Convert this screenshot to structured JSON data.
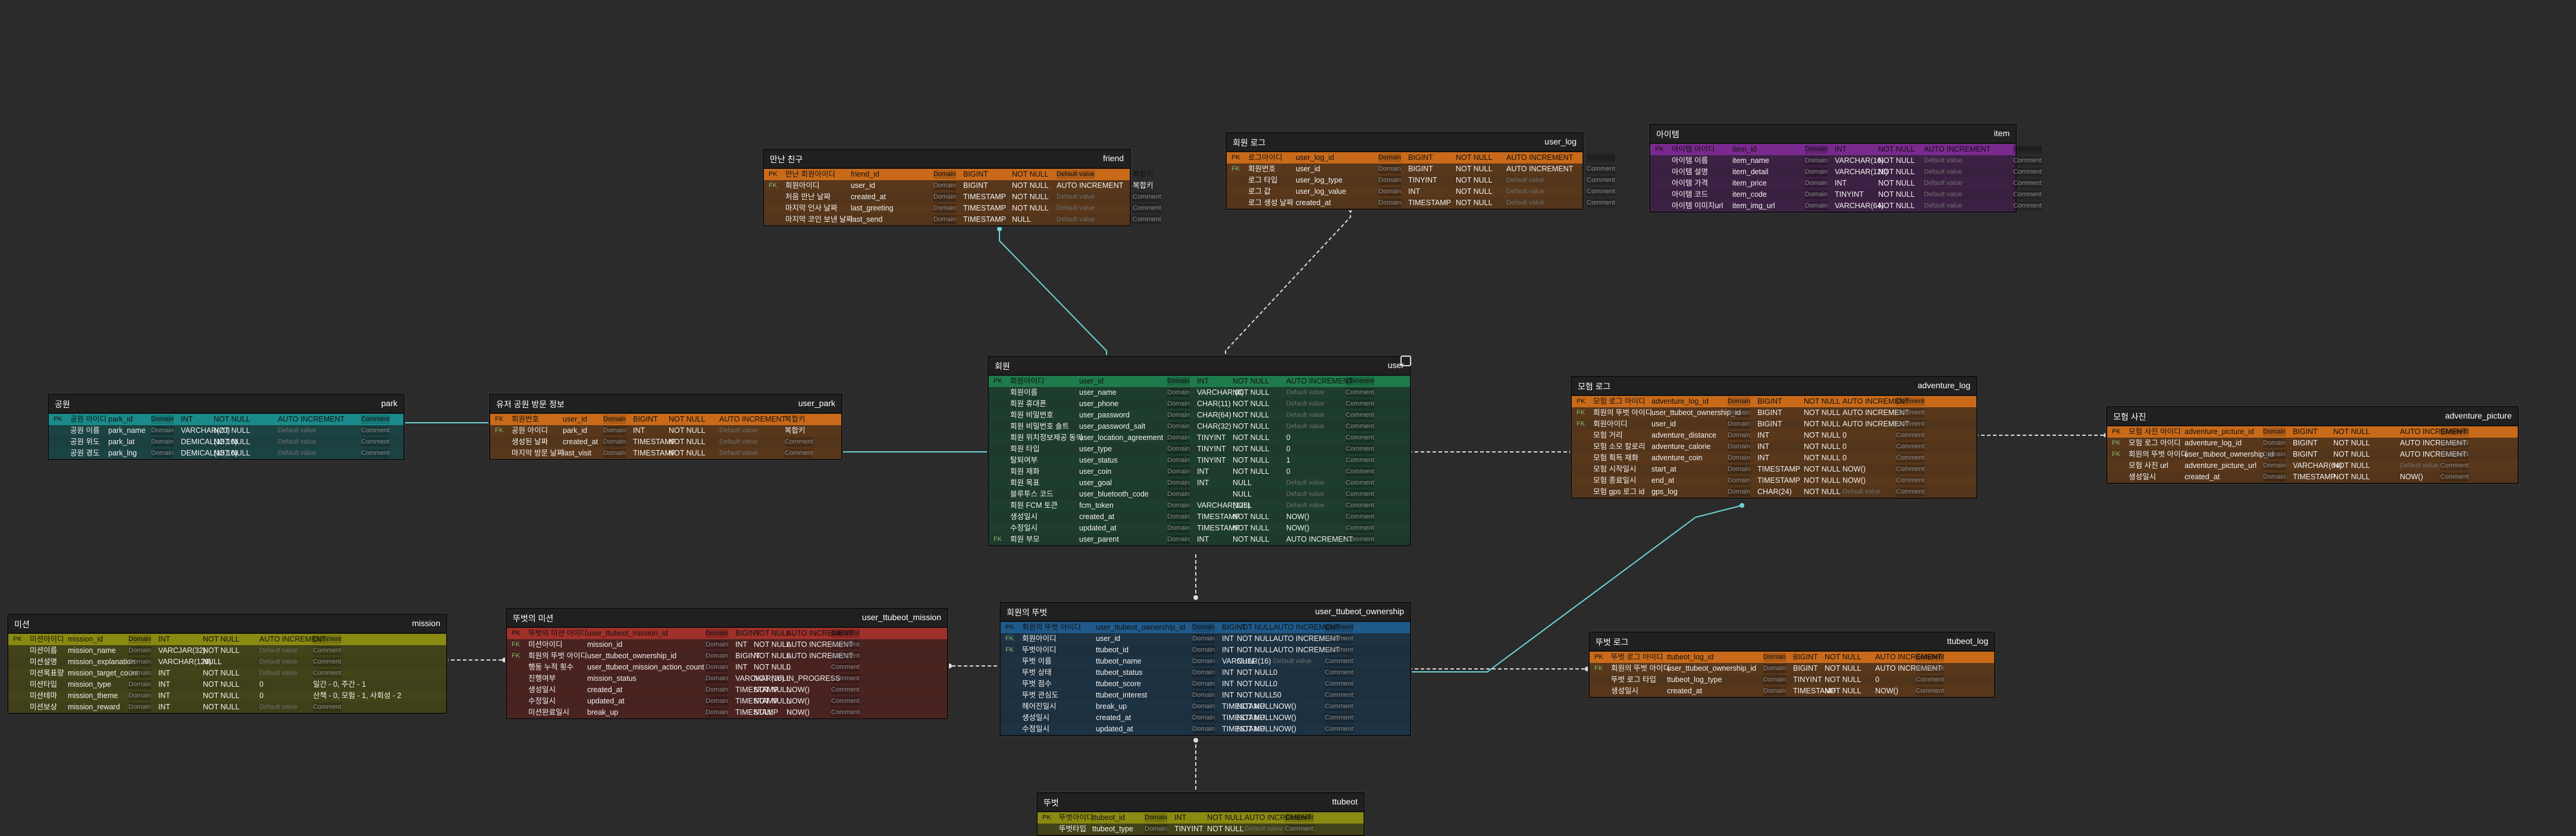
{
  "placeholders": {
    "domain": "Domain",
    "default": "Default value",
    "comment": "Comment"
  },
  "tables": {
    "friend": {
      "logical": "만난 친구",
      "physical": "friend",
      "color": "#c96a1a",
      "rows": [
        {
          "key": "PK",
          "ln": "만난 회원아이디",
          "pn": "friend_id",
          "type": "BIGINT",
          "nn": "NOT NULL",
          "ai": "",
          "cm": "복합키"
        },
        {
          "key": "FK",
          "ln": "회원아이디",
          "pn": "user_id",
          "type": "BIGINT",
          "nn": "NOT NULL",
          "ai": "AUTO INCREMENT",
          "cm": "복합키"
        },
        {
          "key": "",
          "ln": "처음 만난 날짜",
          "pn": "created_at",
          "type": "TIMESTAMP",
          "nn": "NOT NULL",
          "ai": "",
          "cm": ""
        },
        {
          "key": "",
          "ln": "마지막 인사 날짜",
          "pn": "last_greeting",
          "type": "TIMESTAMP",
          "nn": "NOT NULL",
          "ai": "",
          "cm": ""
        },
        {
          "key": "",
          "ln": "마지막 코인 보낸 날짜",
          "pn": "last_send",
          "type": "TIMESTAMP",
          "nn": "NULL",
          "ai": "",
          "cm": ""
        }
      ]
    },
    "user_log": {
      "logical": "회원 로그",
      "physical": "user_log",
      "color": "#c96a1a",
      "rows": [
        {
          "key": "PK",
          "ln": "로그아이디",
          "pn": "user_log_id",
          "type": "BIGINT",
          "nn": "NOT NULL",
          "ai": "AUTO INCREMENT",
          "cm": ""
        },
        {
          "key": "FK",
          "ln": "회원번호",
          "pn": "user_id",
          "type": "BIGINT",
          "nn": "NOT NULL",
          "ai": "AUTO INCREMENT",
          "cm": ""
        },
        {
          "key": "",
          "ln": "로그 타입",
          "pn": "user_log_type",
          "type": "TINYINT",
          "nn": "NOT NULL",
          "ai": "",
          "cm": ""
        },
        {
          "key": "",
          "ln": "로그 값",
          "pn": "user_log_value",
          "type": "INT",
          "nn": "NOT NULL",
          "ai": "",
          "cm": ""
        },
        {
          "key": "",
          "ln": "로그 생성 날짜",
          "pn": "created_at",
          "type": "TIMESTAMP",
          "nn": "NOT NULL",
          "ai": "",
          "cm": ""
        }
      ]
    },
    "item": {
      "logical": "아이템",
      "physical": "item",
      "color": "#7a2a8e",
      "rows": [
        {
          "key": "PK",
          "ln": "아이템 아이디",
          "pn": "item_id",
          "type": "INT",
          "nn": "NOT NULL",
          "ai": "AUTO INCREMENT",
          "cm": ""
        },
        {
          "key": "",
          "ln": "아이템 이름",
          "pn": "item_name",
          "type": "VARCHAR(16)",
          "nn": "NOT NULL",
          "ai": "",
          "cm": ""
        },
        {
          "key": "",
          "ln": "아이템 설명",
          "pn": "item_detail",
          "type": "VARCHAR(128)",
          "nn": "NOT NULL",
          "ai": "",
          "cm": ""
        },
        {
          "key": "",
          "ln": "아이템 가격",
          "pn": "item_price",
          "type": "INT",
          "nn": "NOT NULL",
          "ai": "",
          "cm": ""
        },
        {
          "key": "",
          "ln": "아이템 코드",
          "pn": "item_code",
          "type": "TINYINT",
          "nn": "NOT NULL",
          "ai": "",
          "cm": ""
        },
        {
          "key": "",
          "ln": "아이템 이미지url",
          "pn": "item_img_url",
          "type": "VARCHAR(64)",
          "nn": "NOT NULL",
          "ai": "",
          "cm": ""
        }
      ]
    },
    "user": {
      "logical": "회원",
      "physical": "user",
      "color": "#1f7a4c",
      "rows": [
        {
          "key": "PK",
          "ln": "회원아이디",
          "pn": "user_id",
          "type": "INT",
          "nn": "NOT NULL",
          "ai": "AUTO INCREMENT",
          "cm": ""
        },
        {
          "key": "",
          "ln": "회원이름",
          "pn": "user_name",
          "type": "VARCHAR (8)",
          "nn": "NOT NULL",
          "ai": "",
          "cm": ""
        },
        {
          "key": "",
          "ln": "회원 휴대폰",
          "pn": "user_phone",
          "type": "CHAR(11)",
          "nn": "NOT NULL",
          "ai": "",
          "cm": ""
        },
        {
          "key": "",
          "ln": "회원 비밀번호",
          "pn": "user_password",
          "type": "CHAR(64)",
          "nn": "NOT NULL",
          "ai": "",
          "cm": ""
        },
        {
          "key": "",
          "ln": "회원 비밀번호 솔트",
          "pn": "user_password_salt",
          "type": "CHAR(32)",
          "nn": "NOT NULL",
          "ai": "",
          "cm": ""
        },
        {
          "key": "",
          "ln": "회원 위치정보제공 동의",
          "pn": "user_location_agreement",
          "type": "TINYINT",
          "nn": "NOT NULL",
          "ai": "0",
          "cm": ""
        },
        {
          "key": "",
          "ln": "회원 타입",
          "pn": "user_type",
          "type": "TINYINT",
          "nn": "NOT NULL",
          "ai": "0",
          "cm": ""
        },
        {
          "key": "",
          "ln": "탈퇴여부",
          "pn": "user_status",
          "type": "TINYINT",
          "nn": "NOT NULL",
          "ai": "1",
          "cm": ""
        },
        {
          "key": "",
          "ln": "회원 재화",
          "pn": "user_coin",
          "type": "INT",
          "nn": "NOT NULL",
          "ai": "0",
          "cm": ""
        },
        {
          "key": "",
          "ln": "회원 목표",
          "pn": "user_goal",
          "type": "INT",
          "nn": "NULL",
          "ai": "",
          "cm": ""
        },
        {
          "key": "",
          "ln": "블루투스 코드",
          "pn": "user_bluetooth_code",
          "type": "",
          "nn": "NULL",
          "ai": "",
          "cm": ""
        },
        {
          "key": "",
          "ln": "회원 FCM 토큰",
          "pn": "fcm_token",
          "type": "VARCHAR(128)",
          "nn": "NULL",
          "ai": "",
          "cm": ""
        },
        {
          "key": "",
          "ln": "생성일시",
          "pn": "created_at",
          "type": "TIMESTAMP",
          "nn": "NOT NULL",
          "ai": "NOW()",
          "cm": ""
        },
        {
          "key": "",
          "ln": "수정일시",
          "pn": "updated_at",
          "type": "TIMESTAMP",
          "nn": "NOT NULL",
          "ai": "NOW()",
          "cm": ""
        },
        {
          "key": "FK",
          "ln": "회원 부모",
          "pn": "user_parent",
          "type": "INT",
          "nn": "NOT NULL",
          "ai": "AUTO INCREMENT",
          "cm": ""
        }
      ]
    },
    "park": {
      "logical": "공원",
      "physical": "park",
      "color": "#1b8a8a",
      "rows": [
        {
          "key": "PK",
          "ln": "공원 아이디",
          "pn": "park_id",
          "type": "INT",
          "nn": "NOT NULL",
          "ai": "AUTO INCREMENT",
          "cm": ""
        },
        {
          "key": "",
          "ln": "공원 이름",
          "pn": "park_name",
          "type": "VARCHAR(20)",
          "nn": "NOT NULL",
          "ai": "",
          "cm": ""
        },
        {
          "key": "",
          "ln": "공원 위도",
          "pn": "park_lat",
          "type": "DEMICAL(18,10)",
          "nn": "NOT NULL",
          "ai": "",
          "cm": ""
        },
        {
          "key": "",
          "ln": "공원 경도",
          "pn": "park_lng",
          "type": "DEMICAL(18,10)",
          "nn": "NOT NULL",
          "ai": "",
          "cm": ""
        }
      ]
    },
    "user_park": {
      "logical": "유저 공원 방문 정보",
      "physical": "user_park",
      "color": "#c96a1a",
      "rows": [
        {
          "key": "FK",
          "ln": "회원번호",
          "pn": "user_id",
          "type": "BIGINT",
          "nn": "NOT NULL",
          "ai": "AUTO INCREMENT",
          "cm": "복합키"
        },
        {
          "key": "FK",
          "ln": "공원 아이디",
          "pn": "park_id",
          "type": "INT",
          "nn": "NOT NULL",
          "ai": "",
          "cm": "복합키"
        },
        {
          "key": "",
          "ln": "생성된 날짜",
          "pn": "created_at",
          "type": "TIMESTAMP",
          "nn": "NOT NULL",
          "ai": "",
          "cm": ""
        },
        {
          "key": "",
          "ln": "마지막 방문 날짜",
          "pn": "last_visit",
          "type": "TIMESTAMP",
          "nn": "NOT NULL",
          "ai": "",
          "cm": ""
        }
      ]
    },
    "adventure_log": {
      "logical": "모험 로그",
      "physical": "adventure_log",
      "color": "#c96a1a",
      "rows": [
        {
          "key": "PK",
          "ln": "모험 로그 아이디",
          "pn": "adventure_log_id",
          "type": "BIGINT",
          "nn": "NOT NULL",
          "ai": "AUTO INCREMENT",
          "cm": ""
        },
        {
          "key": "FK",
          "ln": "회원의 뚜벗 아이디",
          "pn": "user_ttubeot_ownership_id",
          "type": "BIGINT",
          "nn": "NOT NULL",
          "ai": "AUTO INCREMENT",
          "cm": ""
        },
        {
          "key": "FK",
          "ln": "회원아이디",
          "pn": "user_id",
          "type": "BIGINT",
          "nn": "NOT NULL",
          "ai": "AUTO INCREMENT",
          "cm": ""
        },
        {
          "key": "",
          "ln": "모험 거리",
          "pn": "adventure_distance",
          "type": "INT",
          "nn": "NOT NULL",
          "ai": "0",
          "cm": ""
        },
        {
          "key": "",
          "ln": "모험 소모 칼로리",
          "pn": "adventure_calorie",
          "type": "INT",
          "nn": "NOT NULL",
          "ai": "0",
          "cm": ""
        },
        {
          "key": "",
          "ln": "모험 획득 재화",
          "pn": "adventure_coin",
          "type": "INT",
          "nn": "NOT NULL",
          "ai": "0",
          "cm": ""
        },
        {
          "key": "",
          "ln": "모험 시작일시",
          "pn": "start_at",
          "type": "TIMESTAMP",
          "nn": "NOT NULL",
          "ai": "NOW()",
          "cm": ""
        },
        {
          "key": "",
          "ln": "모험 종료일시",
          "pn": "end_at",
          "type": "TIMESTAMP",
          "nn": "NOT NULL",
          "ai": "NOW()",
          "cm": ""
        },
        {
          "key": "",
          "ln": "모험 gps 로그 id",
          "pn": "gps_log",
          "type": "CHAR(24)",
          "nn": "NOT NULL",
          "ai": "",
          "cm": ""
        }
      ]
    },
    "adventure_picture": {
      "logical": "모험 사진",
      "physical": "adventure_picture",
      "color": "#c96a1a",
      "rows": [
        {
          "key": "PK",
          "ln": "모험 사진 아이디",
          "pn": "adventure_picture_id",
          "type": "BIGINT",
          "nn": "NOT NULL",
          "ai": "AUTO INCREMENT",
          "cm": ""
        },
        {
          "key": "FK",
          "ln": "모험 로그 아이디",
          "pn": "adventure_log_id",
          "type": "BIGINT",
          "nn": "NOT NULL",
          "ai": "AUTO INCREMENT",
          "cm": ""
        },
        {
          "key": "FK",
          "ln": "회원의 뚜벗 아이디",
          "pn": "user_ttubeot_ownership_id",
          "type": "BIGINT",
          "nn": "NOT NULL",
          "ai": "AUTO INCREMENT",
          "cm": ""
        },
        {
          "key": "",
          "ln": "모험 사진 url",
          "pn": "adventure_picture_url",
          "type": "VARCHAR(64)",
          "nn": "NOT NULL",
          "ai": "",
          "cm": ""
        },
        {
          "key": "",
          "ln": "생성일시",
          "pn": "created_at",
          "type": "TIMESTAMP",
          "nn": "NOT NULL",
          "ai": "NOW()",
          "cm": ""
        }
      ]
    },
    "mission": {
      "logical": "미션",
      "physical": "mission",
      "color": "#8a8a12",
      "rows": [
        {
          "key": "PK",
          "ln": "미션아이디",
          "pn": "mission_id",
          "type": "INT",
          "nn": "NOT NULL",
          "ai": "AUTO INCREMENT",
          "cm": ""
        },
        {
          "key": "",
          "ln": "미션이름",
          "pn": "mission_name",
          "type": "VARCJAR(32)",
          "nn": "NOT NULL",
          "ai": "",
          "cm": ""
        },
        {
          "key": "",
          "ln": "미션설명",
          "pn": "mission_explanation",
          "type": "VARCHAR(128)",
          "nn": "NULL",
          "ai": "",
          "cm": ""
        },
        {
          "key": "",
          "ln": "미션목표량",
          "pn": "mission_target_count",
          "type": "INT",
          "nn": "NOT NULL",
          "ai": "",
          "cm": ""
        },
        {
          "key": "",
          "ln": "미션타입",
          "pn": "mission_type",
          "type": "INT",
          "nn": "NOT NULL",
          "ai": "0",
          "cm": "일간 - 0, 주간 - 1"
        },
        {
          "key": "",
          "ln": "미션테마",
          "pn": "mission_theme",
          "type": "INT",
          "nn": "NOT NULL",
          "ai": "0",
          "cm": "산책 - 0, 모험 - 1, 사회성 - 2"
        },
        {
          "key": "",
          "ln": "미션보상",
          "pn": "mission_reward",
          "type": "INT",
          "nn": "NOT NULL",
          "ai": "",
          "cm": ""
        }
      ]
    },
    "user_ttubeot_mission": {
      "logical": "뚜벗의 미션",
      "physical": "user_ttubeot_mission",
      "color": "#a0302a",
      "rows": [
        {
          "key": "PK",
          "ln": "뚜벗의 미션 아이디",
          "pn": "user_ttubeot_mission_id",
          "type": "BIGINT",
          "nn": "NOT NULL",
          "ai": "AUTO INCREMENT",
          "cm": ""
        },
        {
          "key": "FK",
          "ln": "미션아이디",
          "pn": "mission_id",
          "type": "INT",
          "nn": "NOT NULL",
          "ai": "AUTO INCREMENT",
          "cm": ""
        },
        {
          "key": "FK",
          "ln": "회원의 뚜벗 아이디",
          "pn": "user_ttubeot_ownership_id",
          "type": "BIGINT",
          "nn": "NOT NULL",
          "ai": "AUTO INCREMENT",
          "cm": ""
        },
        {
          "key": "",
          "ln": "행동 누적 횟수",
          "pn": "user_ttubeot_mission_action_count",
          "type": "INT",
          "nn": "NOT NULL",
          "ai": "0",
          "cm": ""
        },
        {
          "key": "",
          "ln": "진행여부",
          "pn": "mission_status",
          "type": "VARCHAR(16)",
          "nn": "NOT NULL",
          "ai": "IN_PROGRESS",
          "cm": ""
        },
        {
          "key": "",
          "ln": "생성일시",
          "pn": "created_at",
          "type": "TIMESTAMP",
          "nn": "NOT NULL",
          "ai": "NOW()",
          "cm": ""
        },
        {
          "key": "",
          "ln": "수정일시",
          "pn": "updated_at",
          "type": "TIMESTAMP",
          "nn": "NOT NULL",
          "ai": "NOW()",
          "cm": ""
        },
        {
          "key": "",
          "ln": "미션완료일시",
          "pn": "break_up",
          "type": "TIMESTAMP",
          "nn": "NULL",
          "ai": "NOW()",
          "cm": ""
        }
      ]
    },
    "user_ttubeot_ownership": {
      "logical": "회원의 뚜벗",
      "physical": "user_ttubeot_ownership",
      "color": "#1f5a8a",
      "rows": [
        {
          "key": "PK",
          "ln": "회원의 뚜벗 아이디",
          "pn": "user_ttubeot_ownership_id",
          "type": "BIGINT",
          "nn": "NOT NULL",
          "ai": "AUTO INCREMENT",
          "cm": ""
        },
        {
          "key": "FK",
          "ln": "회원아이디",
          "pn": "user_id",
          "type": "INT",
          "nn": "NOT NULL",
          "ai": "AUTO INCREMENT",
          "cm": ""
        },
        {
          "key": "FK",
          "ln": "뚜벗아이디",
          "pn": "ttubeot_id",
          "type": "INT",
          "nn": "NOT NULL",
          "ai": "AUTO INCREMENT",
          "cm": ""
        },
        {
          "key": "",
          "ln": "뚜벗 이름",
          "pn": "ttubeot_name",
          "type": "VARCHAR(16)",
          "nn": "NULL",
          "ai": "",
          "cm": ""
        },
        {
          "key": "",
          "ln": "뚜벗 상태",
          "pn": "ttubeot_status",
          "type": "INT",
          "nn": "NOT NULL",
          "ai": "0",
          "cm": ""
        },
        {
          "key": "",
          "ln": "뚜벗 점수",
          "pn": "ttubeot_score",
          "type": "INT",
          "nn": "NOT NULL",
          "ai": "0",
          "cm": ""
        },
        {
          "key": "",
          "ln": "뚜벗 관심도",
          "pn": "ttubeot_interest",
          "type": "INT",
          "nn": "NOT NULL",
          "ai": "50",
          "cm": ""
        },
        {
          "key": "",
          "ln": "헤어진일시",
          "pn": "break_up",
          "type": "TIMESTAMP",
          "nn": "NOT NULL",
          "ai": "NOW()",
          "cm": ""
        },
        {
          "key": "",
          "ln": "생성일시",
          "pn": "created_at",
          "type": "TIMESTAMP",
          "nn": "NOT NULL",
          "ai": "NOW()",
          "cm": ""
        },
        {
          "key": "",
          "ln": "수정일시",
          "pn": "updated_at",
          "type": "TIMESTAMP",
          "nn": "NOT NULL",
          "ai": "NOW()",
          "cm": ""
        }
      ]
    },
    "ttubeot_log": {
      "logical": "뚜벗 로그",
      "physical": "ttubeot_log",
      "color": "#c96a1a",
      "rows": [
        {
          "key": "PK",
          "ln": "뚜벗 로그 아이디",
          "pn": "ttubeot_log_id",
          "type": "BIGINT",
          "nn": "NOT NULL",
          "ai": "AUTO INCREMENT",
          "cm": ""
        },
        {
          "key": "FK",
          "ln": "회원의 뚜벗 아이디",
          "pn": "user_ttubeot_ownership_id",
          "type": "BIGINT",
          "nn": "NOT NULL",
          "ai": "AUTO INCREMENT",
          "cm": ""
        },
        {
          "key": "",
          "ln": "뚜벗 로그 타입",
          "pn": "ttubeot_log_type",
          "type": "TINYINT",
          "nn": "NOT NULL",
          "ai": "0",
          "cm": ""
        },
        {
          "key": "",
          "ln": "생성일시",
          "pn": "created_at",
          "type": "TIMESTAMP",
          "nn": "NOT NULL",
          "ai": "NOW()",
          "cm": ""
        }
      ]
    },
    "ttubeot": {
      "logical": "뚜벗",
      "physical": "ttubeot",
      "color": "#8a8a12",
      "rows": [
        {
          "key": "PK",
          "ln": "뚜벗아이디",
          "pn": "ttubeot_id",
          "type": "INT",
          "nn": "NOT NULL",
          "ai": "AUTO INCREMENT",
          "cm": ""
        },
        {
          "key": "",
          "ln": "뚜벗타입",
          "pn": "ttubeot_type",
          "type": "TINYINT",
          "nn": "NOT NULL",
          "ai": "",
          "cm": ""
        }
      ]
    }
  }
}
